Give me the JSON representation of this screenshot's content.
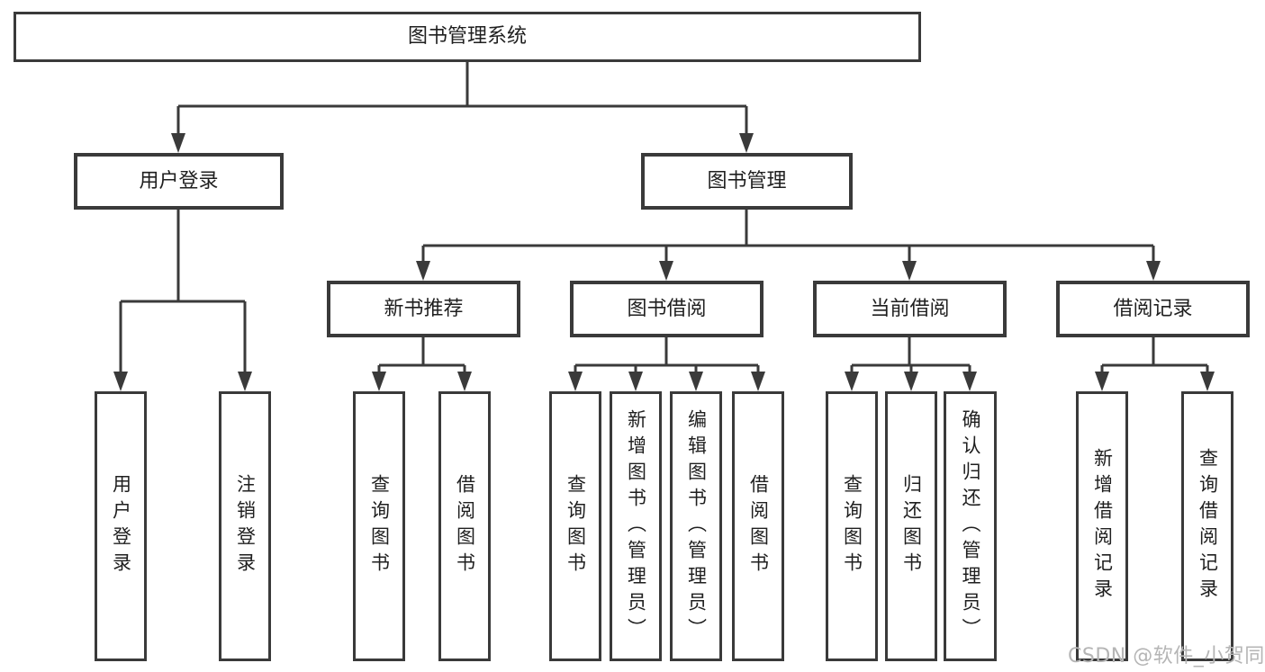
{
  "diagram": {
    "root": {
      "label": "图书管理系统"
    },
    "branches": [
      {
        "label": "用户登录",
        "children": [
          {
            "label": "用户登录"
          },
          {
            "label": "注销登录"
          }
        ]
      },
      {
        "label": "图书管理",
        "children": [
          {
            "label": "新书推荐",
            "children": [
              {
                "label": "查询图书"
              },
              {
                "label": "借阅图书"
              }
            ]
          },
          {
            "label": "图书借阅",
            "children": [
              {
                "label": "查询图书"
              },
              {
                "label": "新增图书（管理员）"
              },
              {
                "label": "编辑图书（管理员）"
              },
              {
                "label": "借阅图书"
              }
            ]
          },
          {
            "label": "当前借阅",
            "children": [
              {
                "label": "查询图书"
              },
              {
                "label": "归还图书"
              },
              {
                "label": "确认归还（管理员）"
              }
            ]
          },
          {
            "label": "借阅记录",
            "children": [
              {
                "label": "新增借阅记录"
              },
              {
                "label": "查询借阅记录"
              }
            ]
          }
        ]
      }
    ]
  },
  "watermark": {
    "text": "CSDN @软件_小贺同学"
  },
  "colors": {
    "line": "#3a3a3a",
    "text": "#1f1f1f",
    "watermark": "#b5b5b5",
    "background": "#ffffff"
  }
}
